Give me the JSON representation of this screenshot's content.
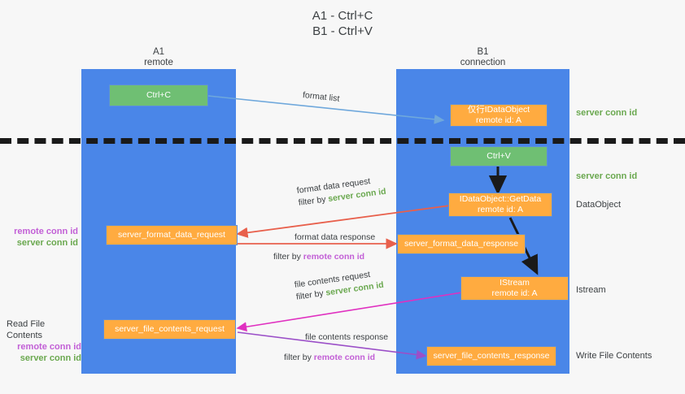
{
  "title": "A1 - Ctrl+C\nB1 - Ctrl+V",
  "columns": [
    {
      "name": "A1",
      "sub": "remote"
    },
    {
      "name": "B1",
      "sub": "connection"
    }
  ],
  "colors": {
    "lane": "#4a86e8",
    "box_green": "#6fbf73",
    "box_orange": "#ffab40",
    "server_conn_id": "#6aa84f",
    "remote_conn_id": "#c25fd6",
    "separator": "#1a1a1a",
    "arrow_blue": "#6fa8dc",
    "arrow_red": "#e8604c",
    "arrow_magenta": "#e030c0",
    "arrow_purple": "#9b4fc8",
    "arrow_black": "#1a1a1a",
    "background": "#f7f7f7"
  },
  "boxes": {
    "ctrl_c": {
      "label": "Ctrl+C"
    },
    "idataobject": {
      "line1": "仅行IDataObject",
      "line2": "remote id: A"
    },
    "ctrl_v": {
      "label": "Ctrl+V"
    },
    "getdata": {
      "line1": "IDataObject::GetData",
      "line2": "remote id: A"
    },
    "server_format_data_request": {
      "label": "server_format_data_request"
    },
    "server_format_data_response": {
      "label": "server_format_data_response"
    },
    "istream": {
      "line1": "IStream",
      "line2": "remote id: A"
    },
    "server_file_contents_request": {
      "label": "server_file_contents_request"
    },
    "server_file_contents_response": {
      "label": "server_file_contents_response"
    }
  },
  "arrow_labels": {
    "format_list": {
      "text": "format list"
    },
    "format_data_request": {
      "line1": "format data request",
      "line2_prefix": "filter by ",
      "line2_highlight": "server conn id"
    },
    "format_data_response": {
      "line1": "format data response",
      "line2_prefix": "filter by ",
      "line2_highlight": "remote conn id"
    },
    "file_contents_request": {
      "line1": "file contents request",
      "line2_prefix": "filter by ",
      "line2_highlight": "server conn id"
    },
    "file_contents_response": {
      "line1": "file contents response",
      "line2_prefix": "filter by ",
      "line2_highlight": "remote conn id"
    }
  },
  "left_labels": {
    "format_pair": {
      "remote": "remote conn id",
      "server": "server conn id"
    },
    "read_file_contents": {
      "title": "Read File Contents",
      "remote": "remote conn id",
      "server": "server conn id"
    }
  },
  "right_labels": {
    "server_conn_id_top": "server conn id",
    "server_conn_id_mid": "server conn id",
    "dataobject": "DataObject",
    "istream": "Istream",
    "write_file_contents": "Write File Contents"
  }
}
